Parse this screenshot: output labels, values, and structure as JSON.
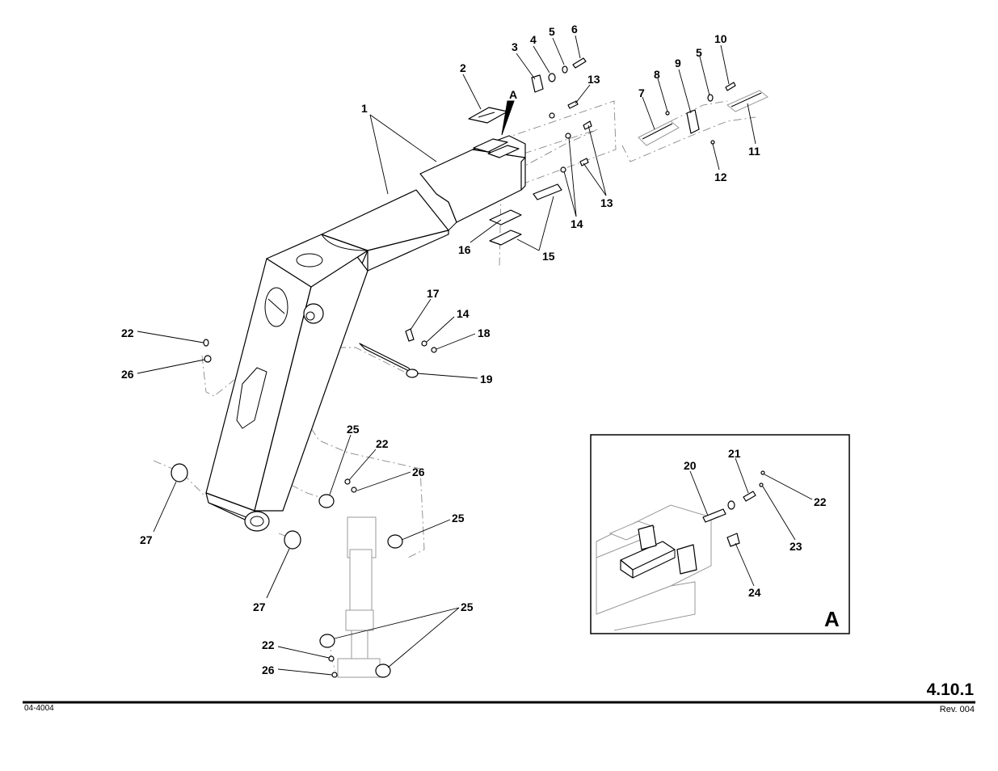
{
  "callouts": {
    "c1": "1",
    "c2": "2",
    "c3": "3",
    "c4": "4",
    "c5a": "5",
    "c6": "6",
    "cA": "A",
    "c13a": "13",
    "c7": "7",
    "c8": "8",
    "c9": "9",
    "c5b": "5",
    "c10": "10",
    "c11": "11",
    "c12": "12",
    "c13b": "13",
    "c14a": "14",
    "c16": "16",
    "c15": "15",
    "c17": "17",
    "c14b": "14",
    "c18": "18",
    "c19": "19",
    "c22a": "22",
    "c26a": "26",
    "c25a": "25",
    "c22b": "22",
    "c26b": "26",
    "c25b": "25",
    "c27a": "27",
    "c27b": "27",
    "c25c": "25",
    "c22c": "22",
    "c26c": "26",
    "c20": "20",
    "c21": "21",
    "c22d": "22",
    "c23": "23",
    "c24": "24"
  },
  "inset": {
    "label": "A"
  },
  "footer": {
    "page_number": "4.10.1",
    "doc_id": "04-4004",
    "revision": "Rev. 004"
  }
}
